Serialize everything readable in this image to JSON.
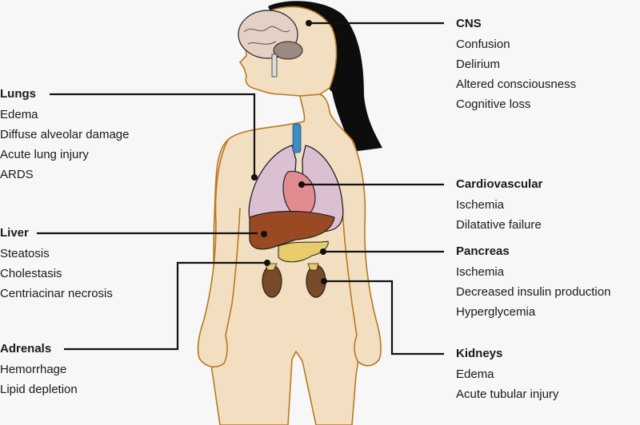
{
  "diagram": {
    "description": "Female body silhouette with internal organs and labeled organ dysfunctions",
    "colors": {
      "background": "#f7f7f7",
      "skin": "#f2dfc2",
      "outline": "#b8781e",
      "hair": "#0d0d0d",
      "brain": "#e4d0c4",
      "lungs": "#dbbfd3",
      "heart": "#e08c90",
      "liver": "#9a4a22",
      "pancreas": "#e8cb6a",
      "kidneys": "#7a4a28",
      "trachea": "#3f8bc6",
      "leader_line": "#111111"
    }
  },
  "groups": {
    "cns": {
      "title": "CNS",
      "items": [
        "Confusion",
        "Delirium",
        "Altered consciousness",
        "Cognitive loss"
      ]
    },
    "lungs": {
      "title": "Lungs",
      "items": [
        "Edema",
        "Diffuse alveolar damage",
        "Acute lung injury",
        "ARDS"
      ]
    },
    "cardiovascular": {
      "title": "Cardiovascular",
      "items": [
        "Ischemia",
        "Dilatative failure"
      ]
    },
    "liver": {
      "title": "Liver",
      "items": [
        "Steatosis",
        "Cholestasis",
        "Centriacinar necrosis"
      ]
    },
    "pancreas": {
      "title": "Pancreas",
      "items": [
        "Ischemia",
        "Decreased insulin production",
        "Hyperglycemia"
      ]
    },
    "adrenals": {
      "title": "Adrenals",
      "items": [
        "Hemorrhage",
        "Lipid depletion"
      ]
    },
    "kidneys": {
      "title": "Kidneys",
      "items": [
        "Edema",
        "Acute tubular injury"
      ]
    }
  }
}
